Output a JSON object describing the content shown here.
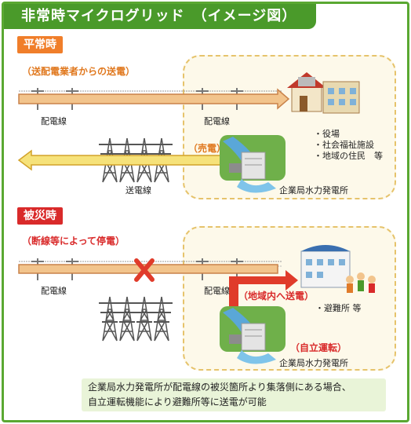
{
  "title": "非常時マイクログリッド　（イメージ図）",
  "normal": {
    "label": "平常時",
    "transmission_from_utility": "（送配電業者からの送電）",
    "distribution_line_left": "配電線",
    "distribution_line_right": "配電線",
    "power_sale": "（売電）",
    "transmission_line": "送電線",
    "destinations": [
      "・役場",
      "・社会福祉施設",
      "・地域の住民　等"
    ],
    "plant": "企業局水力発電所"
  },
  "disaster": {
    "label": "被災時",
    "outage": "（断線等によって停電）",
    "distribution_line_left": "配電線",
    "distribution_line_right": "配電線",
    "to_local": "（地域内へ送電）",
    "shelter": "・避難所 等",
    "islanded": "（自立運転）",
    "plant": "企業局水力発電所"
  },
  "note_lines": [
    "企業局水力発電所が配電線の被災箇所より集落側にある場合、",
    "自立運転機能により避難所等に送電が可能"
  ],
  "colors": {
    "title_bg": "#4a9a2a",
    "normal_label": "#f07e2a",
    "disaster_label": "#d92a2a",
    "arrow_fill": "#f2c48c",
    "arrow_stroke": "#c9824a",
    "red_arrow": "#e03b2a"
  }
}
